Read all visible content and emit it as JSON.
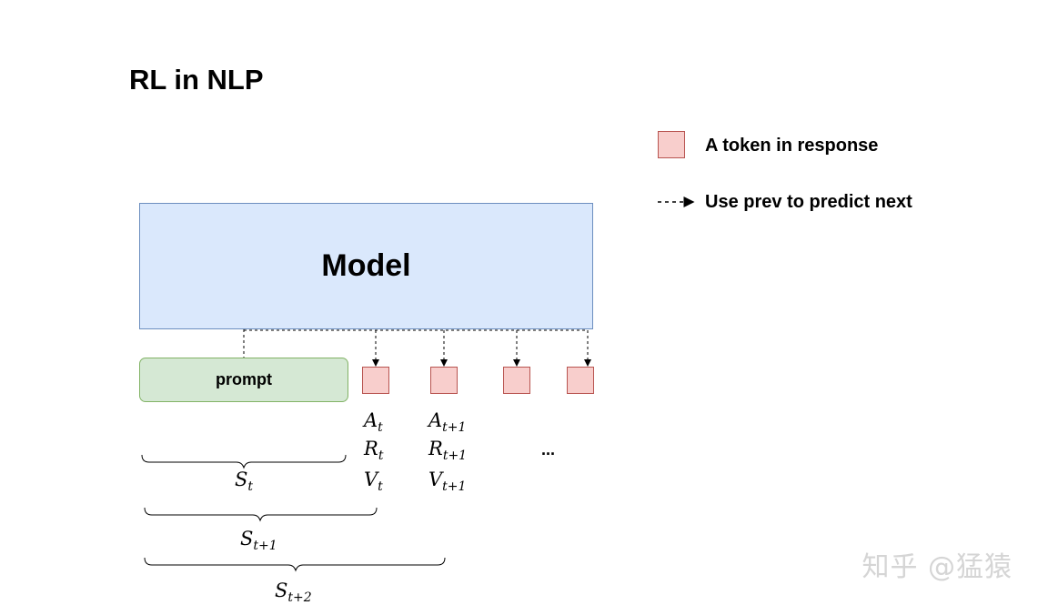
{
  "title": "RL in NLP",
  "model": {
    "label": "Model"
  },
  "prompt": {
    "label": "prompt"
  },
  "legend": {
    "token_label": "A token in response",
    "arrow_label": "Use prev to predict next"
  },
  "columns": [
    {
      "A": "A",
      "A_sub": "t",
      "R": "R",
      "R_sub": "t",
      "V": "V",
      "V_sub": "t"
    },
    {
      "A": "A",
      "A_sub": "t+1",
      "R": "R",
      "R_sub": "t+1",
      "V": "V",
      "V_sub": "t+1"
    }
  ],
  "ellipsis": "...",
  "states": [
    {
      "base": "S",
      "sub": "t"
    },
    {
      "base": "S",
      "sub": "t+1"
    },
    {
      "base": "S",
      "sub": "t+2"
    }
  ],
  "watermark": "知乎 @猛猿",
  "colors": {
    "model_fill": "#dae8fc",
    "model_stroke": "#6c8ebf",
    "prompt_fill": "#d5e8d4",
    "prompt_stroke": "#82b366",
    "token_fill": "#f8cecc",
    "token_stroke": "#b85450"
  }
}
